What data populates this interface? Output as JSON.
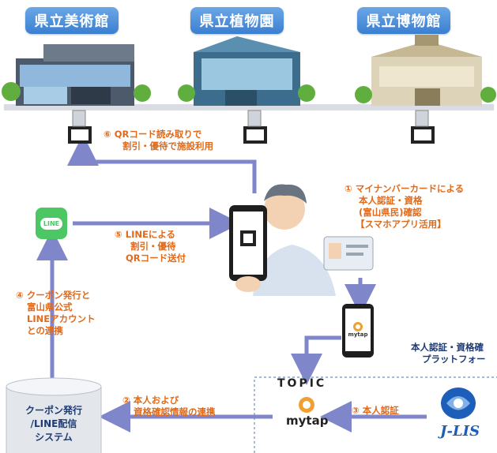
{
  "facilities": {
    "art": "県立美術館",
    "botanical": "県立植物園",
    "museum": "県立博物館"
  },
  "steps": {
    "s1": [
      "① マイナンバーカードによる",
      "本人認証・資格",
      "(富山県民)確認",
      "【スマホアプリ活用】"
    ],
    "s2": [
      "② 本人および",
      "資格確認情報の連携"
    ],
    "s3": "③ 本人認証",
    "s4": [
      "④ クーポン発行と",
      "富山県公式",
      "LINEアカウント",
      "との連携"
    ],
    "s5": [
      "⑤ LINEによる",
      "割引・優待",
      "QRコード送付"
    ],
    "s6": [
      "⑥ QRコード読み取りで",
      "割引・優待で施設利用"
    ]
  },
  "platform_label": [
    "本人認証・資格確",
    "プラットフォー"
  ],
  "line_icon": "LINE",
  "mytap_phone_label": "mytap",
  "topic": "TOPIC",
  "mytap": "mytap",
  "jlis": "J-LIS",
  "coupon_system": [
    "クーポン発行",
    "/LINE配信",
    "システム"
  ],
  "colors": {
    "arrow": "#7f86c9",
    "step_text": "#e06a1b",
    "tag": "#3b7fd1",
    "line_green": "#4cc764"
  }
}
